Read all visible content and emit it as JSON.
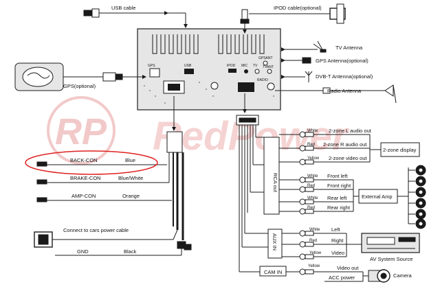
{
  "labels": {
    "usb_cable": "USB cable",
    "ipod_cable": "IPOD cable(optional)",
    "tv_antenna": "TV Antenna",
    "gps_antenna": "GPS Antenna(optional)",
    "dvbt_antenna": "DVB-T Antenna(optional)",
    "radio_antenna": "Radio Antenna",
    "gps_optional": "GPS(optional)",
    "unit_gps": "GPS",
    "unit_usb": "USB",
    "unit_ipod": "IPOD",
    "unit_mic": "MIC",
    "unit_tv": "TV",
    "unit_gpsant": "GPSANT",
    "unit_tvant": "TVANT",
    "unit_radio": "RADIO",
    "back_con": "BACK-CON",
    "back_con_color": "Blue",
    "brake_con": "BRAKE-CON",
    "brake_con_color": "Blue/White",
    "amp_con": "AMP-CON",
    "amp_con_color": "Orange",
    "power_cable": "Connect to cars power cable",
    "gnd": "GND",
    "gnd_color": "Black",
    "watermark_logo": "RP",
    "watermark_text": "RedPower",
    "rca_out": "RCA out",
    "aux_in": "AUX IN",
    "cam_in": "CAM IN",
    "zone_l_audio": "2-zone L audio out",
    "zone_r_audio": "2-zone R audio out",
    "zone_video": "2-zone video out",
    "zone_display": "2-zone display",
    "front_left": "Front left",
    "front_right": "Front right",
    "rear_left": "Rear left",
    "rear_right": "Rear right",
    "external_amp": "External Amp",
    "aux_left": "Left",
    "aux_right": "Right",
    "aux_video": "Video",
    "av_system_source": "AV System Source",
    "video_out": "Video out",
    "acc_power": "ACC power",
    "camera": "Camera",
    "white": "White",
    "red": "Red",
    "yellow": "Yellow"
  },
  "colors": {
    "line": "#1a1a1a",
    "highlight": "#e02020",
    "watermark": "#f2c9c9",
    "unit_fill": "#e6e6e6"
  }
}
